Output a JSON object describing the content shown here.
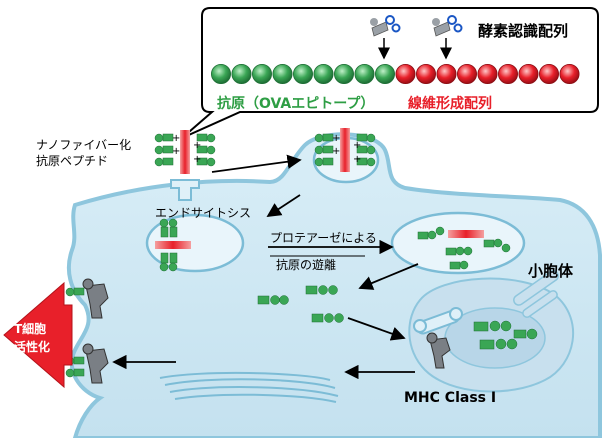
{
  "callout": {
    "enzyme_label": "酵素認識配列",
    "antigen_label": "抗原（OVAエピトープ）",
    "fiber_label": "線維形成配列"
  },
  "labels": {
    "nanofiber_line1": "ナノファイバー化",
    "nanofiber_line2": "抗原ペプチド",
    "endocytosis": "エンドサイトシス",
    "protease_line1": "プロテアーゼによる",
    "protease_line2": "抗原の遊離",
    "vesicle": "小胞体",
    "mhc": "MHC Class I",
    "tcell_line1": "T細胞",
    "tcell_line2": "活性化"
  },
  "colors": {
    "antigen_green": "#3aa655",
    "fiber_red": "#e8202a",
    "antigen_text": "#2e9e44",
    "fiber_text": "#e8202a",
    "cell_fill": "#cfe8f3",
    "cell_border": "#8ec6dd",
    "arrow_red": "#e8202a"
  }
}
